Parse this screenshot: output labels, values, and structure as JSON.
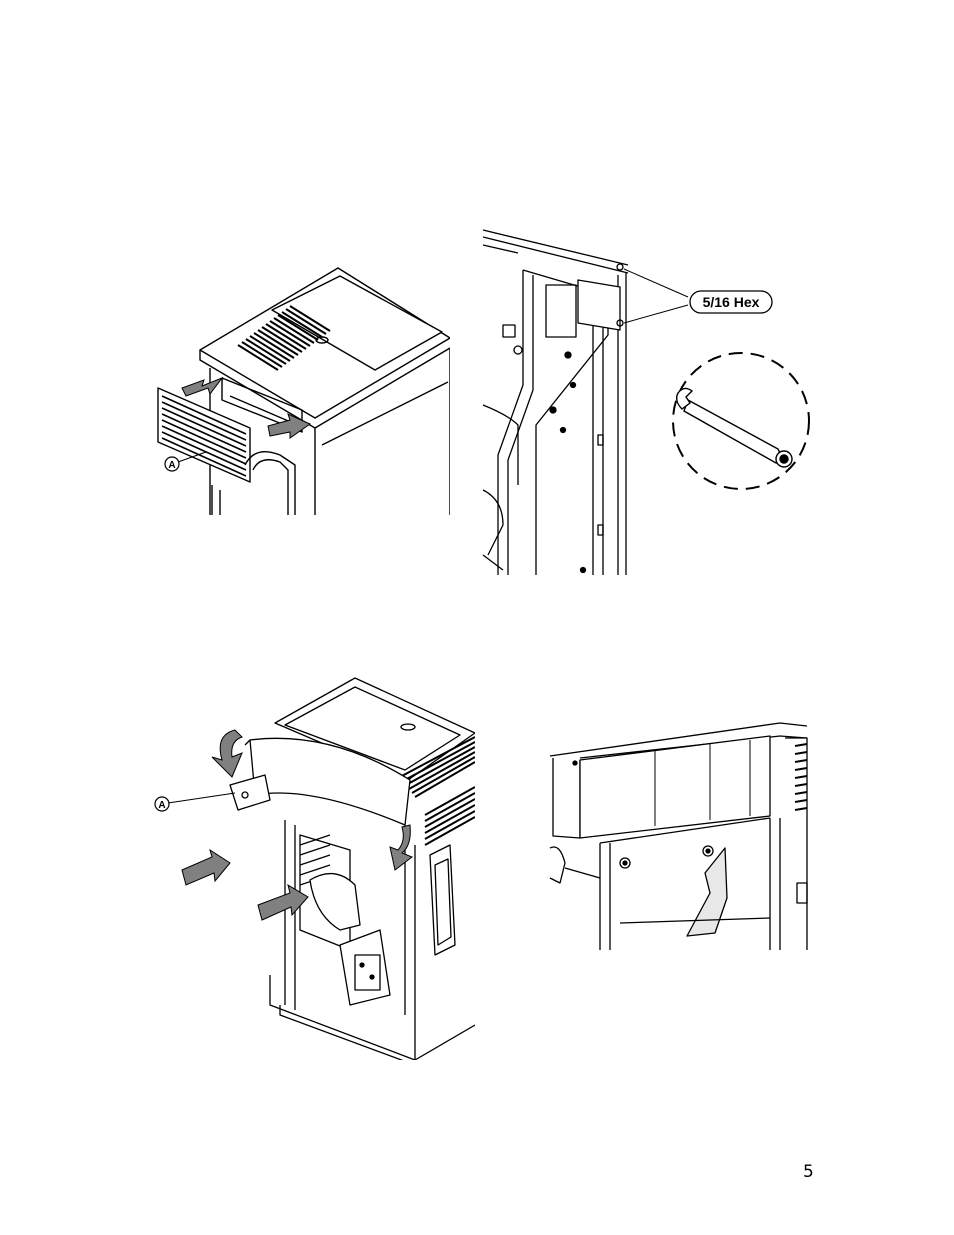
{
  "page_number": "5",
  "figures": {
    "grill_removal": {
      "callout": "A"
    },
    "bracket_bolts": {
      "callout": "5/16 Hex"
    },
    "front_panel_removal": {
      "callout": "A"
    },
    "panel_detail": {}
  },
  "colors": {
    "line": "#000000",
    "arrow": "#808080",
    "panel": "#ffffff",
    "shade": "#e8e8e8"
  }
}
